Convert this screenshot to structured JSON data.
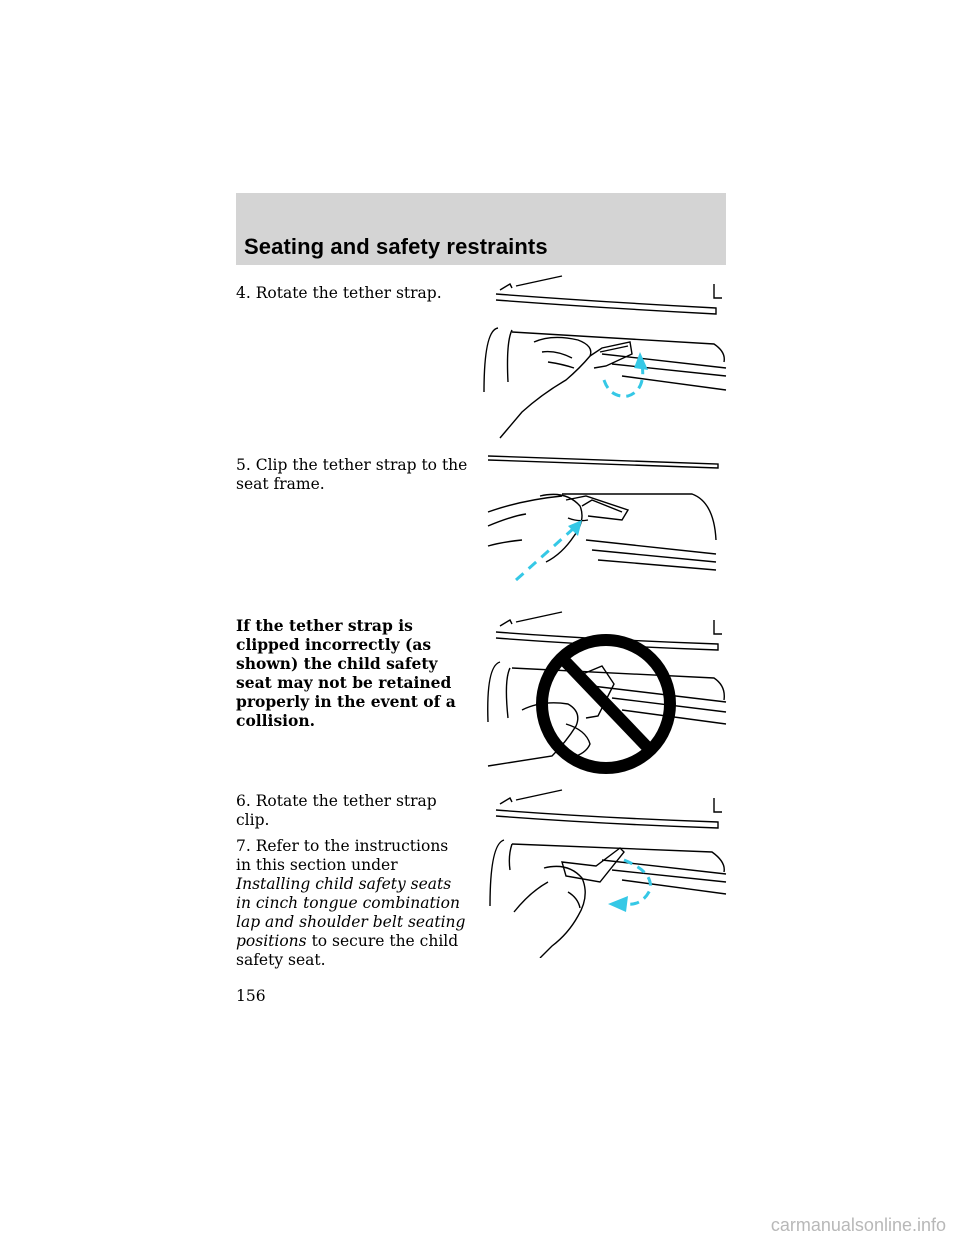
{
  "header": {
    "title": "Seating and safety restraints"
  },
  "steps": {
    "step4": "4. Rotate the tether strap.",
    "step5": "5. Clip the tether strap to the seat frame.",
    "warning": "If the tether strap is clipped incorrectly (as shown) the child safety seat may not be retained properly in the event of a collision.",
    "step6": "6. Rotate the tether strap clip.",
    "step7_a": "7. Refer to the instructions in this section under ",
    "step7_link": "Installing child safety seats in cinch tongue combination lap and shoulder belt seating positions",
    "step7_b": "to secure the child safety seat."
  },
  "page_number": "156",
  "watermark": "carmanualsonline.info",
  "colors": {
    "header_bg": "#d4d4d4",
    "arrow": "#35c8e6",
    "prohibition": "#000000"
  },
  "icons": [
    "rotate-arrow-icon",
    "clip-arrow-icon",
    "prohibition-icon"
  ]
}
